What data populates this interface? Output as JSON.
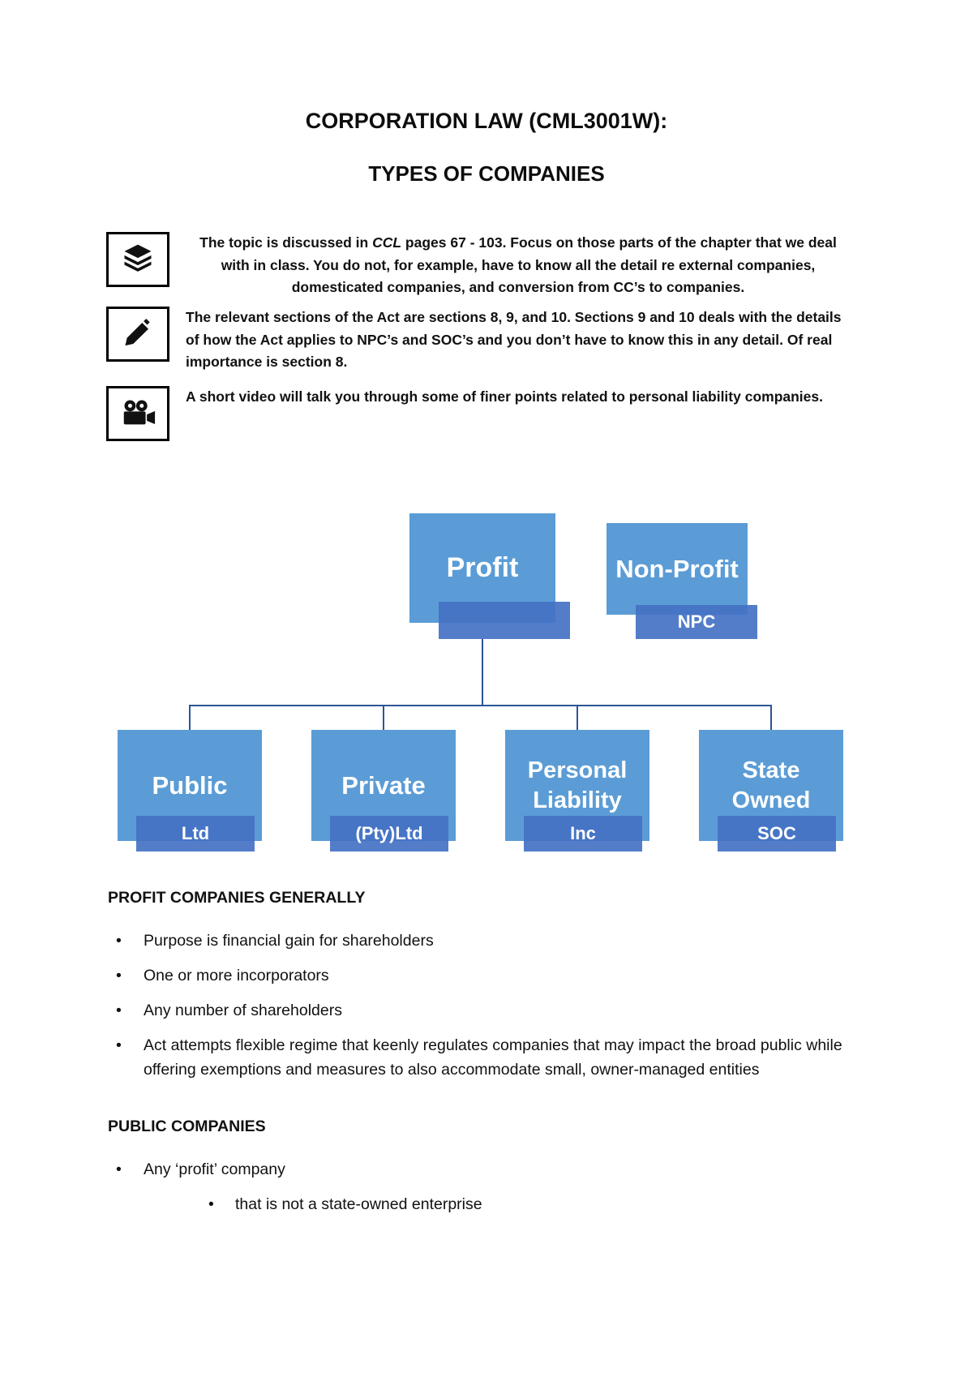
{
  "title": {
    "line1": "CORPORATION LAW (CML3001W):",
    "line2": "TYPES OF COMPANIES"
  },
  "callouts": [
    {
      "icon": "books-icon",
      "prefix": "The topic is discussed in ",
      "emph": "CCL",
      "suffix": " pages 67 - 103. Focus on those parts of the chapter that we deal with in class. You do not, for example, have to know all the detail re external companies, domesticated companies, and conversion from CC’s to companies."
    },
    {
      "icon": "pencil-icon",
      "text": "The relevant sections of the Act are sections 8, 9, and 10. Sections 9 and 10 deals with the details of how the Act applies to NPC’s and SOC’s and you don’t have to know this in any detail. Of real importance is section 8."
    },
    {
      "icon": "video-camera-icon",
      "text": "A short video will talk you through some of finer points related to personal liability companies."
    }
  ],
  "diagram": {
    "nodes": {
      "profit": {
        "label": "Profit",
        "badge": ""
      },
      "nonprofit": {
        "label": "Non-Profit",
        "badge": "NPC"
      },
      "public": {
        "label": "Public",
        "badge": "Ltd"
      },
      "private": {
        "label": "Private",
        "badge": "(Pty)Ltd"
      },
      "personal_liability": {
        "label": "Personal Liability",
        "badge": "Inc"
      },
      "state_owned": {
        "label": "State Owned",
        "badge": "SOC"
      }
    },
    "colors": {
      "box_fill": "#5B9CD6",
      "badge_fill": "#4472C4",
      "connector": "#2E5597"
    }
  },
  "sections": [
    {
      "heading": "PROFIT COMPANIES GENERALLY",
      "bullets": [
        "Purpose is financial gain for shareholders",
        "One or more incorporators",
        "Any number of shareholders",
        "Act attempts flexible regime that keenly regulates companies that may impact the broad public while offering exemptions and measures to also accommodate small, owner-managed entities"
      ]
    },
    {
      "heading": "PUBLIC COMPANIES",
      "bullets": [
        "Any ‘profit’ company"
      ],
      "sub_bullets": [
        "that is not a state-owned enterprise"
      ]
    }
  ]
}
